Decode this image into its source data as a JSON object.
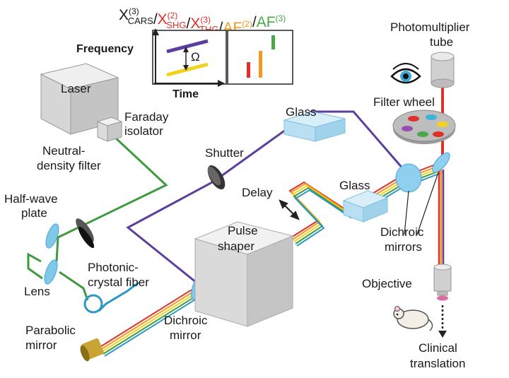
{
  "title": {
    "segments": [
      {
        "main": "X",
        "sup": "(3)",
        "sub": "CARS",
        "color": "#1a1a1a",
        "sep": "/"
      },
      {
        "main": "X",
        "sup": "(2)",
        "sub": "SHG",
        "color": "#e0302a",
        "sep": "/"
      },
      {
        "main": "X",
        "sup": "(3)",
        "sub": "THG",
        "color": "#e0302a",
        "sep": "/"
      },
      {
        "main": "AF",
        "sup": "(2)",
        "sub": "",
        "color": "#f29a1f",
        "sep": "/"
      },
      {
        "main": "AF",
        "sup": "(3)",
        "sub": "",
        "color": "#4aa84a",
        "sep": ""
      }
    ]
  },
  "inset": {
    "y_axis": "Frequency",
    "x_axis": "Time",
    "omega": "Ω"
  },
  "labels": {
    "laser": "Laser",
    "faraday_1": "Faraday",
    "faraday_2": "isolator",
    "nd_1": "Neutral-",
    "nd_2": "density filter",
    "halfwave_1": "Half-wave",
    "halfwave_2": "plate",
    "lens": "Lens",
    "pcf_1": "Photonic-",
    "pcf_2": "crystal fiber",
    "parabolic_1": "Parabolic",
    "parabolic_2": "mirror",
    "dichroic_1": "Dichroic",
    "dichroic_2": "mirror",
    "shutter": "Shutter",
    "glass_top": "Glass",
    "glass_mid": "Glass",
    "delay": "Delay",
    "pulse_1": "Pulse",
    "pulse_2": "shaper",
    "dichroics_1": "Dichroic",
    "dichroics_2": "mirrors",
    "pmt_1": "Photomultiplier",
    "pmt_2": "tube",
    "filter_wheel": "Filter wheel",
    "objective": "Objective",
    "clinical_1": "Clinical",
    "clinical_2": "translation"
  },
  "colors": {
    "pump_green": "#3f9a3f",
    "stokes_purple": "#5b3f9e",
    "signal_red": "#e0302a",
    "glass_blue": "#a8d8ef",
    "box_gray": "#d8d8d8"
  }
}
